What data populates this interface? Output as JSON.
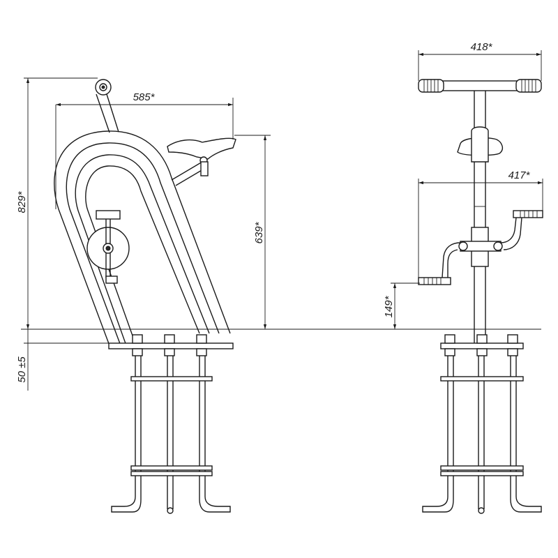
{
  "dimensions": {
    "total_height": "829*",
    "frame_width": "585*",
    "seat_height": "639*",
    "foundation_depth": "50 ±5",
    "handlebar_width": "418*",
    "pedal_span": "417*",
    "pedal_height": "149*"
  },
  "colors": {
    "line": "#1a1a1a",
    "background": "#ffffff"
  }
}
